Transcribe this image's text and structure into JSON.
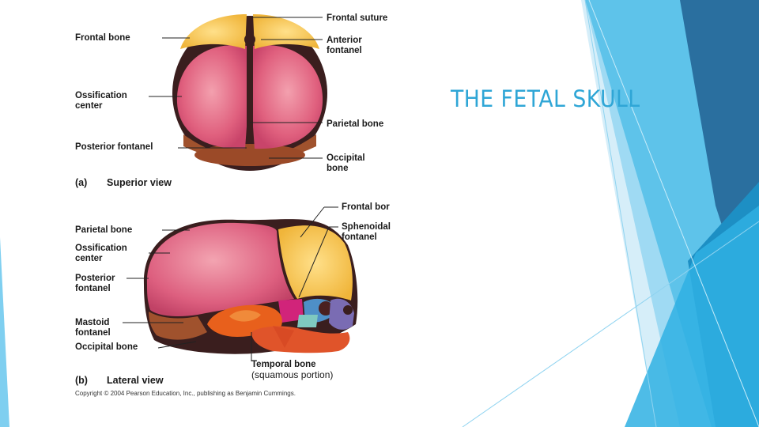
{
  "slide": {
    "title": "THE FETAL SKULL"
  },
  "figure": {
    "superior": {
      "caption_letter": "(a)",
      "caption": "Superior view",
      "labels": {
        "frontal_bone": "Frontal bone",
        "ossification_center": "Ossification\ncenter",
        "posterior_fontanel": "Posterior fontanel",
        "frontal_suture": "Frontal suture",
        "anterior_fontanel": "Anterior\nfontanel",
        "parietal_bone": "Parietal bone",
        "occipital_bone": "Occipital\nbone"
      }
    },
    "lateral": {
      "caption_letter": "(b)",
      "caption": "Lateral view",
      "labels": {
        "parietal_bone": "Parietal bone",
        "ossification_center": "Ossification\ncenter",
        "posterior_fontanel": "Posterior\nfontanel",
        "mastoid_fontanel": "Mastoid\nfontanel",
        "occipital_bone": "Occipital bone",
        "frontal_bone": "Frontal bor",
        "sphenoidal_fontanel": "Sphenoidal\nfontanel",
        "temporal_bone": "Temporal bone",
        "temporal_sub": "(squamous portion)"
      }
    },
    "copyright": "Copyright © 2004 Pearson Education, Inc., publishing as Benjamin Cummings."
  },
  "colors": {
    "title": "#2fa6d6",
    "parietal": "#e0607e",
    "frontal": "#f5c04a",
    "occipital": "#a0522d",
    "temporal": "#e8601c",
    "deep_blue": "#2a6f9f",
    "light_blue": "#bde6f7",
    "mid_blue": "#5ec3ea"
  }
}
